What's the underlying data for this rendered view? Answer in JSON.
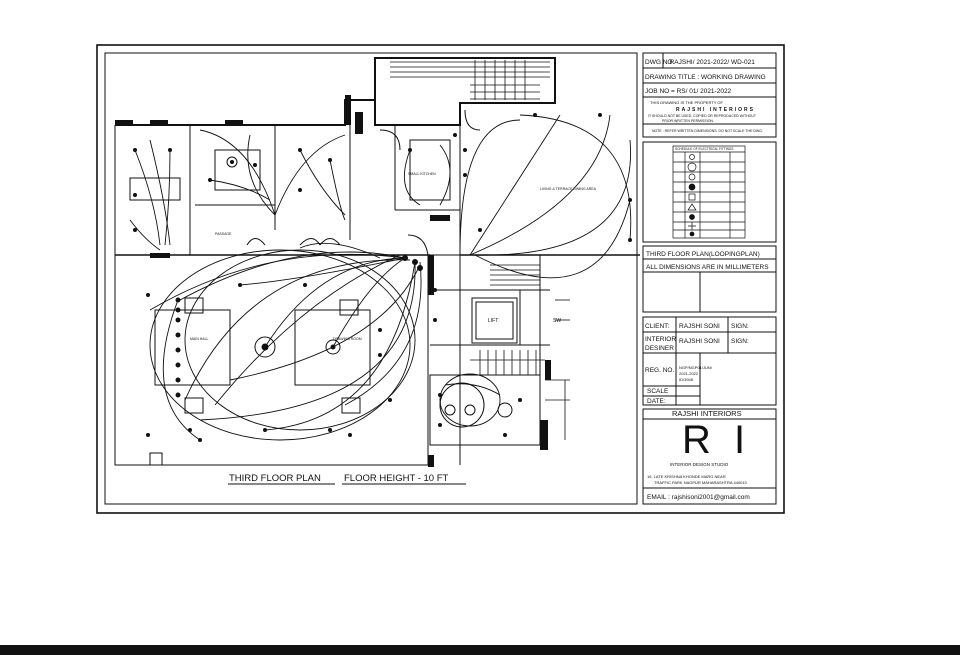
{
  "title_block": {
    "dwg_no_label": "DWG NO",
    "dwg_no_value": ": RAJSHI/ 2021-2022/ WD-021",
    "drawing_title": "DRAWING TITLE : WORKING DRAWING",
    "job_no": "JOB NO = RS/ 01/ 2021-2022",
    "property_line1": "THIS DRAWING IS THE PROPERTY OF",
    "property_line2": "RAJSHI INTERIORS",
    "property_line3": "IT SHOULD NOT BE USED, COPIED OR REPRODUCED WITHOUT",
    "property_line4": "PRIOR WRITTEN PERMISSION.",
    "note": "NOTE : REFER WRITTEN DIMENSIONS. DO NOT SCALE THE DWG.",
    "plan_title": "THIRD FLOOR PLAN(LOOPINGPLAN)",
    "dimensions_note": "ALL DIMENSIONS ARE IN MILLIMETERS",
    "client_label": "CLIENT:",
    "client_value": "RAJSHI SONI",
    "sign_label_1": "SIGN:",
    "designer_label_1": "INTERIOR",
    "designer_label_2": "DESINER",
    "designer_value": "RAJSHI SONI",
    "sign_label_2": "SIGN:",
    "reg_label": "REG. NO.",
    "reg_value_1": "NGP/NGP01/JUN/",
    "reg_value_2": "2021-2022",
    "reg_value_3": "ID/3948",
    "scale_label": "SCALE",
    "date_label": "DATE:",
    "company_name": "RAJSHI INTERIORS",
    "logo_letters": "R I",
    "studio_name": "INTERIOR DESIGN STUDIO",
    "address_1": "16, LATE KRISHNA KHONDE MARG NEAR",
    "address_2": "TRAFFIC PARK NAGPUR MAHARASHTRA 440010",
    "email": "EMAIL : rajshisoni2001@gmail.com"
  },
  "legend": {
    "title": "SCHEDULE OF ELECTRICAL FITTINGS"
  },
  "plan": {
    "plan_caption": "THIRD FLOOR PLAN",
    "height_caption": "FLOOR HEIGHT - 10 FT",
    "room_labels": [
      "PASSAGE",
      "SMALL KITCHEN",
      "LIVING & TERRACE DINING AREA",
      "MAIN HALL",
      "DRAWING ROOM",
      "LIFT",
      "SW"
    ]
  },
  "colors": {
    "line": "#111111",
    "background": "#ffffff",
    "bottom_bar": "#111111"
  }
}
